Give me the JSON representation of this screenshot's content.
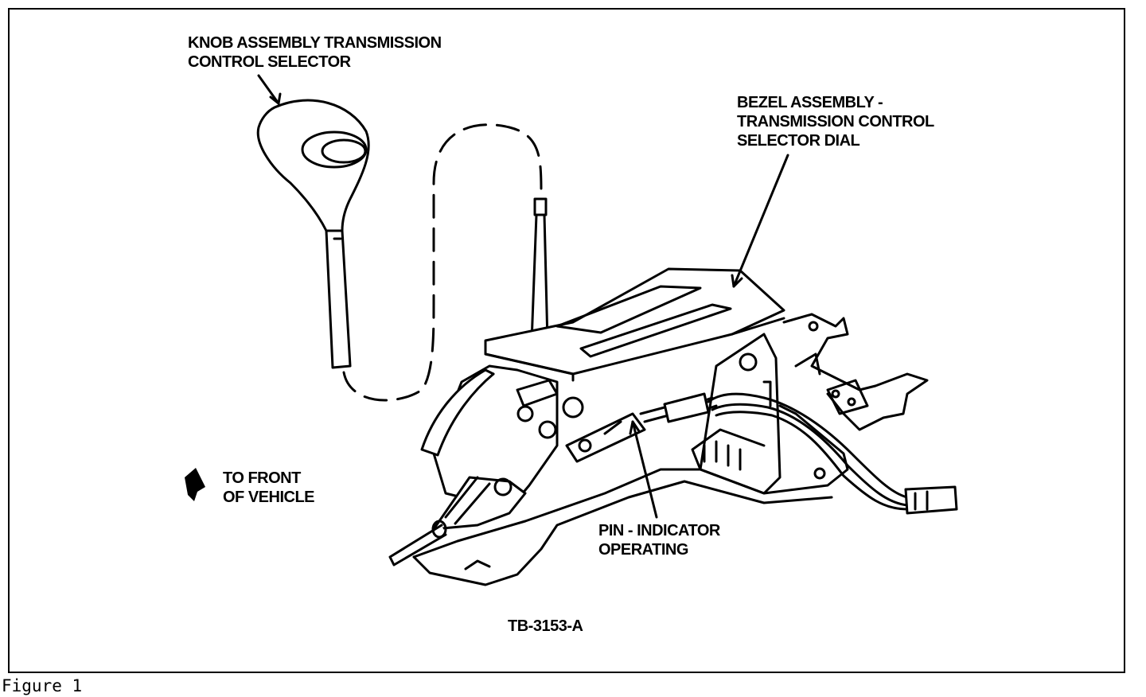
{
  "diagram": {
    "labels": {
      "knob_line1": "KNOB ASSEMBLY TRANSMISSION",
      "knob_line2": "CONTROL SELECTOR",
      "bezel_line1": "BEZEL ASSEMBLY -",
      "bezel_line2": "TRANSMISSION CONTROL",
      "bezel_line3": "SELECTOR DIAL",
      "front_line1": "TO FRONT",
      "front_line2": "OF VEHICLE",
      "pin_line1": "PIN - INDICATOR",
      "pin_line2": "OPERATING",
      "drawing_id": "TB-3153-A"
    },
    "caption": "Figure 1",
    "icons": [
      "front-direction-arrow-icon"
    ]
  }
}
